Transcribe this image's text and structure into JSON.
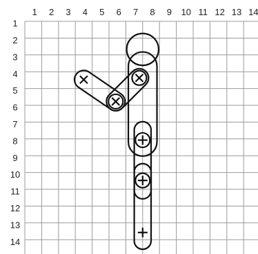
{
  "grid": {
    "columns": [
      "1",
      "2",
      "3",
      "4",
      "5",
      "6",
      "7",
      "8",
      "9",
      "10",
      "11",
      "12",
      "13",
      "14"
    ],
    "rows": [
      "1",
      "2",
      "3",
      "4",
      "5",
      "6",
      "7",
      "8",
      "9",
      "10",
      "11",
      "12",
      "13",
      "14"
    ],
    "line_color": "#9a9a9a"
  },
  "figure": {
    "stroke_color": "#111111",
    "head": {
      "col": 7.5,
      "row": 2.5,
      "radius_cells": 0.95
    },
    "torso": {
      "col": 7.5,
      "row_top": 3.5,
      "row_bottom": 8.0,
      "half_width_cells": 0.85
    },
    "arm_lower": {
      "from": [
        4.0,
        4.3
      ],
      "to": [
        5.9,
        5.6
      ],
      "half_width_cells": 0.55
    },
    "arm_upper": {
      "from": [
        5.9,
        5.6
      ],
      "to": [
        7.3,
        4.2
      ],
      "half_width_cells": 0.55
    },
    "leg_upper": {
      "col": 7.5,
      "row_top": 7.3,
      "row_bottom": 10.9,
      "half_width_cells": 0.5
    },
    "leg_lower": {
      "col": 7.5,
      "row_top": 9.8,
      "row_bottom": 13.9,
      "half_width_cells": 0.5
    },
    "joints": [
      {
        "name": "hand-joint",
        "marker": "x",
        "col": 4.0,
        "row": 4.3,
        "circle": false
      },
      {
        "name": "elbow-joint",
        "marker": "x",
        "col": 5.9,
        "row": 5.6,
        "circle": true
      },
      {
        "name": "shoulder-joint",
        "marker": "x",
        "col": 7.3,
        "row": 4.2,
        "circle": true
      },
      {
        "name": "hip-joint",
        "marker": "+",
        "col": 7.5,
        "row": 7.9,
        "circle": true
      },
      {
        "name": "knee-joint",
        "marker": "+",
        "col": 7.5,
        "row": 10.3,
        "circle": true
      },
      {
        "name": "ankle-joint",
        "marker": "+",
        "col": 7.5,
        "row": 13.4,
        "circle": false
      }
    ]
  }
}
